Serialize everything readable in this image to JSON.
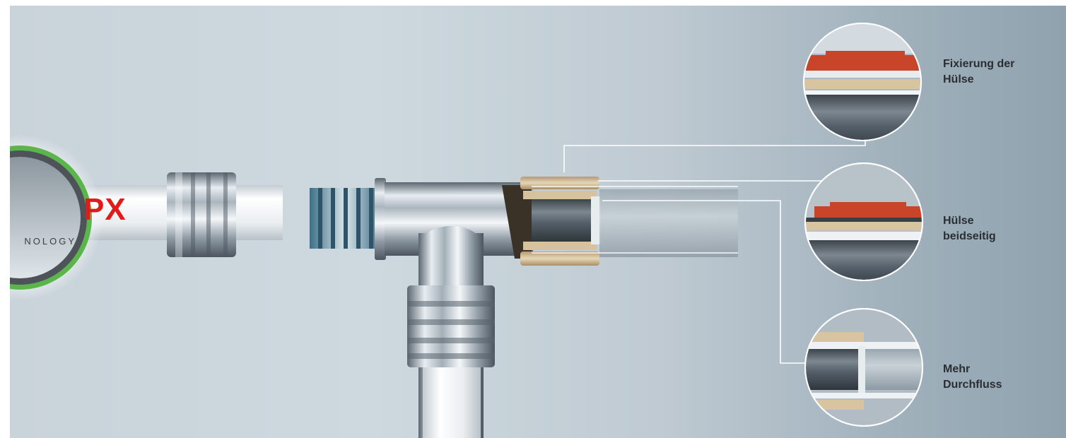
{
  "badge": {
    "main": "PX",
    "sub": "NOLOGY",
    "ring_color": "#5ab54a",
    "text_color": "#e11a1a"
  },
  "callouts": [
    {
      "line1": "Fixierung der",
      "line2": "Hülse"
    },
    {
      "line1": "Hülse",
      "line2": "beidseitig"
    },
    {
      "line1": "Mehr",
      "line2": "Durchfluss"
    }
  ],
  "colors": {
    "ring_red": "#c8452a",
    "brass": "#d8c4a0",
    "leader_line": "#ffffff"
  }
}
